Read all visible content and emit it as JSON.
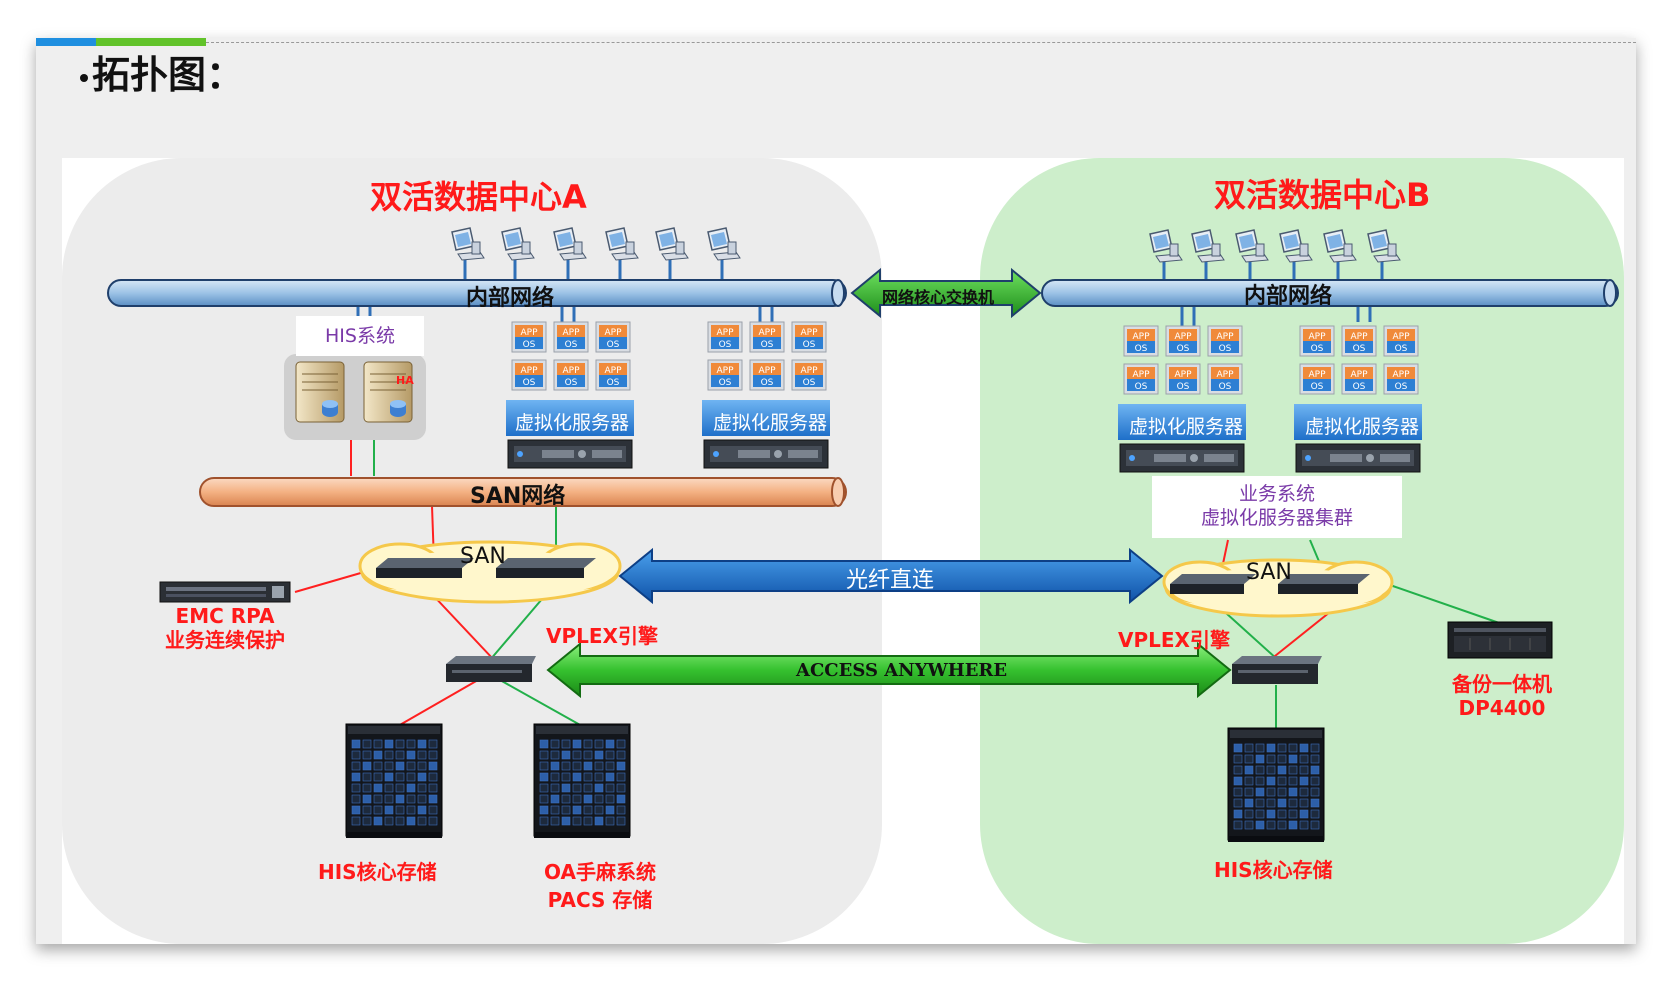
{
  "heading": "拓扑图：",
  "datacenter_a": {
    "title": "双活数据中心A",
    "internal_network": "内部网络",
    "his_system": "HIS系统",
    "ha_badge": "HA",
    "virtual_server_1": "虚拟化服务器",
    "virtual_server_2": "虚拟化服务器",
    "san_network": "SAN网络",
    "san_cloud": "SAN",
    "rpa_line1": "EMC  RPA",
    "rpa_line2": "业务连续保护",
    "vplex": "VPLEX引擎",
    "storage_his": "HIS核心存储",
    "storage_oa_line1": "OA手麻系统",
    "storage_oa_line2": "PACS  存储"
  },
  "datacenter_b": {
    "title": "双活数据中心B",
    "internal_network": "内部网络",
    "virtual_server_1": "虚拟化服务器",
    "virtual_server_2": "虚拟化服务器",
    "cluster_line1": "业务系统",
    "cluster_line2": "虚拟化服务器集群",
    "san_cloud": "SAN",
    "vplex": "VPLEX引擎",
    "storage_his": "HIS核心存储",
    "backup_line1": "备份一体机",
    "backup_line2": "DP4400"
  },
  "links": {
    "core_switch": "网络核心交换机",
    "fiber_direct": "光纤直连",
    "access_anywhere": "ACCESS ANYWHERE"
  },
  "app_tile": {
    "line1": "APP",
    "line2": "OS"
  },
  "icons": [
    "workstation-icon",
    "server-tower-icon",
    "app-os-icon",
    "rack-server-icon",
    "san-switch-icon",
    "vplex-engine-icon",
    "storage-array-icon",
    "backup-appliance-icon",
    "emc-rpa-icon"
  ],
  "colors": {
    "title_red": "#ff1a1a",
    "internal_pipe": "#9dc3e6",
    "san_pipe": "#f4b183",
    "fiber_arrow": "#1f6fc5",
    "access_arrow": "#36c12f",
    "dc_b_bg": "#cdeecb",
    "dc_a_bg": "#ececec",
    "line_red": "#ff2020",
    "line_green": "#22b04a"
  }
}
